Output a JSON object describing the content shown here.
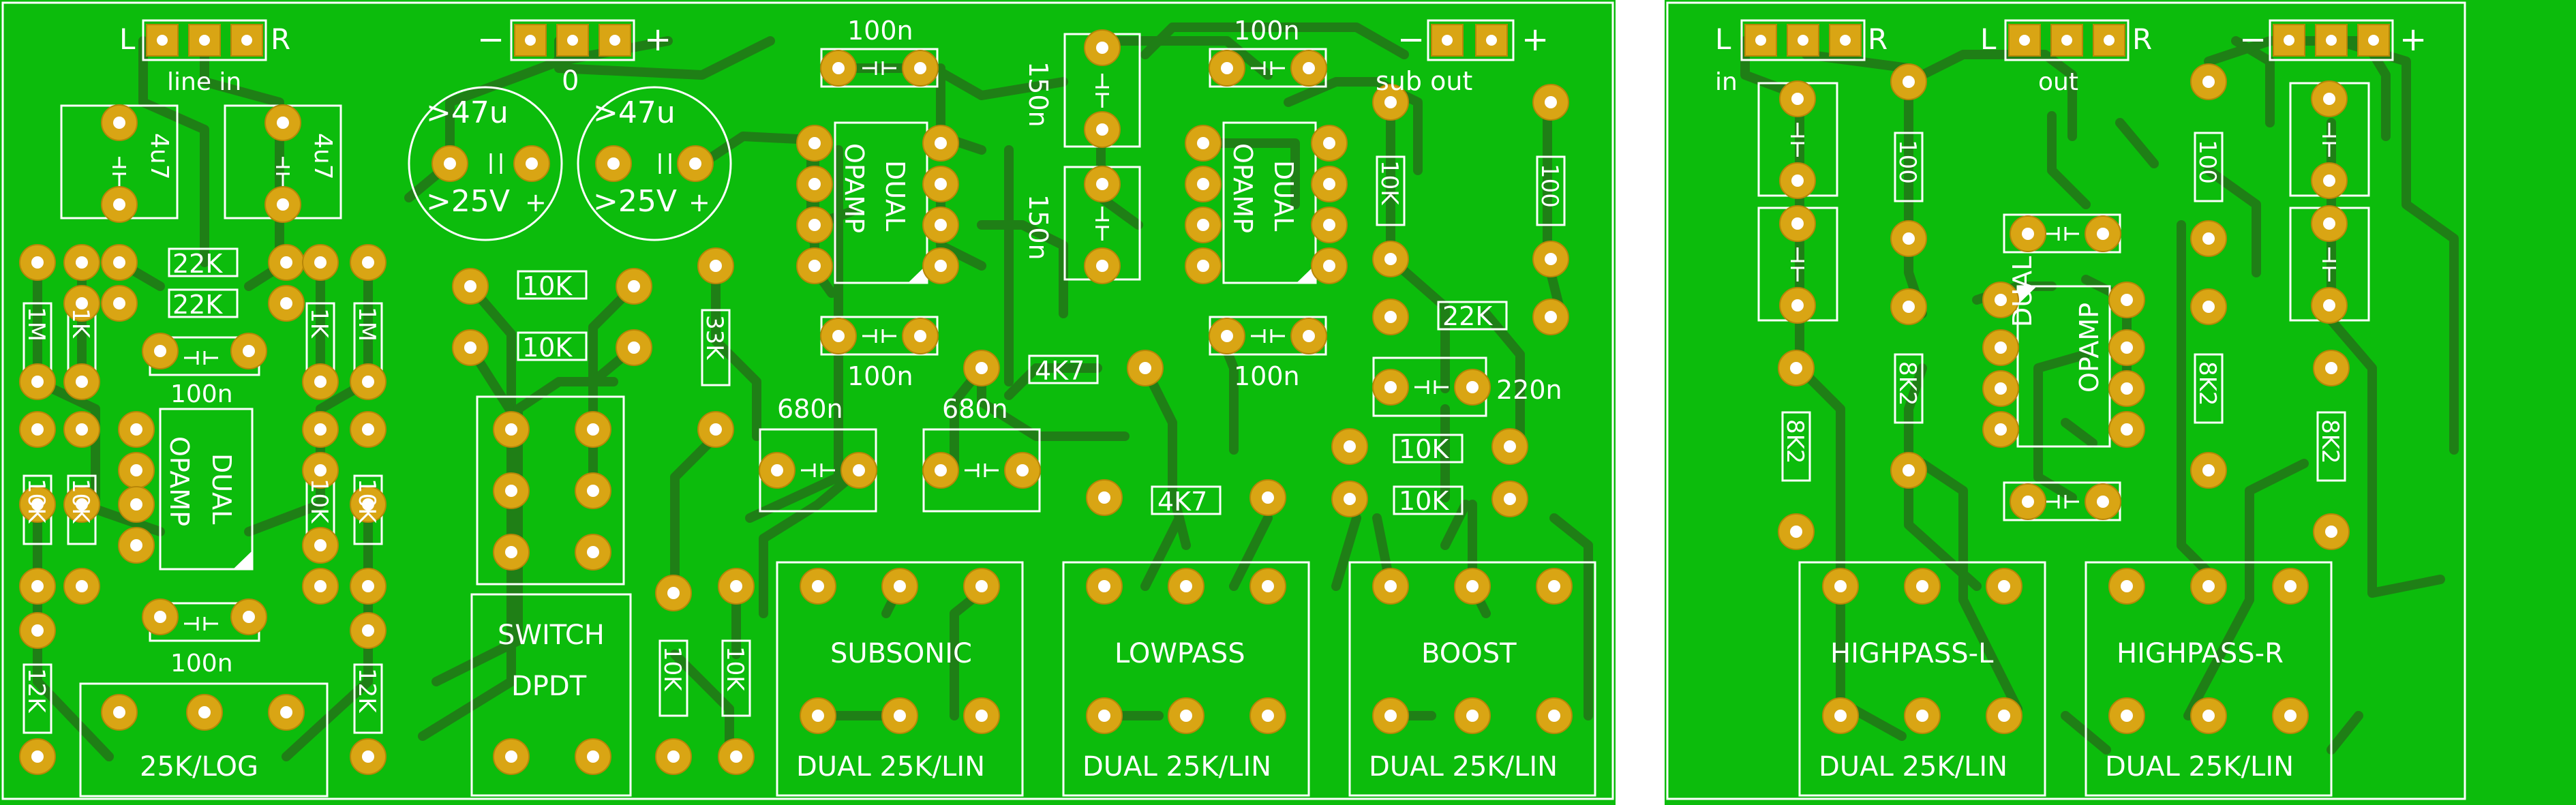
{
  "board_left": {
    "connectors": {
      "line_in_L": "L",
      "line_in_R": "R",
      "line_in_label": "line in",
      "power_minus": "−",
      "power_plus": "+",
      "power_zero": "0",
      "sub_out_minus": "−",
      "sub_out_plus": "+",
      "sub_out_label": "sub out"
    },
    "components": {
      "cap_4u7_a": "4u7",
      "cap_4u7_b": "4u7",
      "elcap_a_value": ">47u",
      "elcap_a_voltage": ">25V",
      "elcap_a_plus": "+",
      "elcap_b_value": ">47u",
      "elcap_b_voltage": ">25V",
      "elcap_b_plus": "+",
      "res_22k_a": "22K",
      "res_22k_b": "22K",
      "res_1m_a": "1M",
      "res_1k_a": "1K",
      "res_1k_b": "1K",
      "res_1m_b": "1M",
      "cap_100n_a": "100n",
      "cap_100n_b": "100n",
      "opamp_a_line1": "DUAL",
      "opamp_a_line2": "OPAMP",
      "res_10k_a": "10K",
      "res_10k_b": "10K",
      "res_10k_c": "10K",
      "res_10k_d": "10K",
      "res_12k_a": "12K",
      "res_12k_b": "12K",
      "pot_25k_log": "25K/LOG",
      "res_10k_e": "10K",
      "res_10k_f": "10K",
      "res_33k": "33K",
      "switch_line1": "SWITCH",
      "switch_line2": "DPDT",
      "res_10k_g": "10K",
      "res_10k_h": "10K",
      "cap_100n_c": "100n",
      "cap_100n_d": "100n",
      "cap_150n_a": "150n",
      "cap_150n_b": "150n",
      "opamp_b_line1": "DUAL",
      "opamp_b_line2": "OPAMP",
      "cap_680n_a": "680n",
      "cap_680n_b": "680n",
      "res_4k7_a": "4K7",
      "res_4k7_b": "4K7",
      "cap_100n_e": "100n",
      "cap_100n_f": "100n",
      "opamp_c_line1": "DUAL",
      "opamp_c_line2": "OPAMP",
      "res_10k_i": "10K",
      "res_100_a": "100",
      "res_22k_c": "22K",
      "cap_220n": "220n",
      "res_10k_j": "10K",
      "res_10k_k": "10K",
      "pot_subsonic_name": "SUBSONIC",
      "pot_subsonic_value": "DUAL 25K/LIN",
      "pot_lowpass_name": "LOWPASS",
      "pot_lowpass_value": "DUAL 25K/LIN",
      "pot_boost_name": "BOOST",
      "pot_boost_value": "DUAL 25K/LIN"
    }
  },
  "board_right": {
    "connectors": {
      "in_L": "L",
      "in_R": "R",
      "in_label": "in",
      "out_L": "L",
      "out_R": "R",
      "out_label": "out",
      "power_minus": "−",
      "power_plus": "+"
    },
    "components": {
      "res_100_b": "100",
      "res_100_c": "100",
      "opamp_d_line1": "DUAL",
      "opamp_d_line2": "OPAMP",
      "res_8k2_a": "8K2",
      "res_8k2_b": "8K2",
      "res_8k2_c": "8K2",
      "res_8k2_d": "8K2",
      "pot_hpl_name": "HIGHPASS-L",
      "pot_hpl_value": "DUAL 25K/LIN",
      "pot_hpr_name": "HIGHPASS-R",
      "pot_hpr_value": "DUAL 25K/LIN"
    }
  },
  "colors": {
    "board": "#0cbc0c",
    "trace": "#1f7f16",
    "pad": "#d9a514",
    "silkscreen": "#ffffff"
  }
}
